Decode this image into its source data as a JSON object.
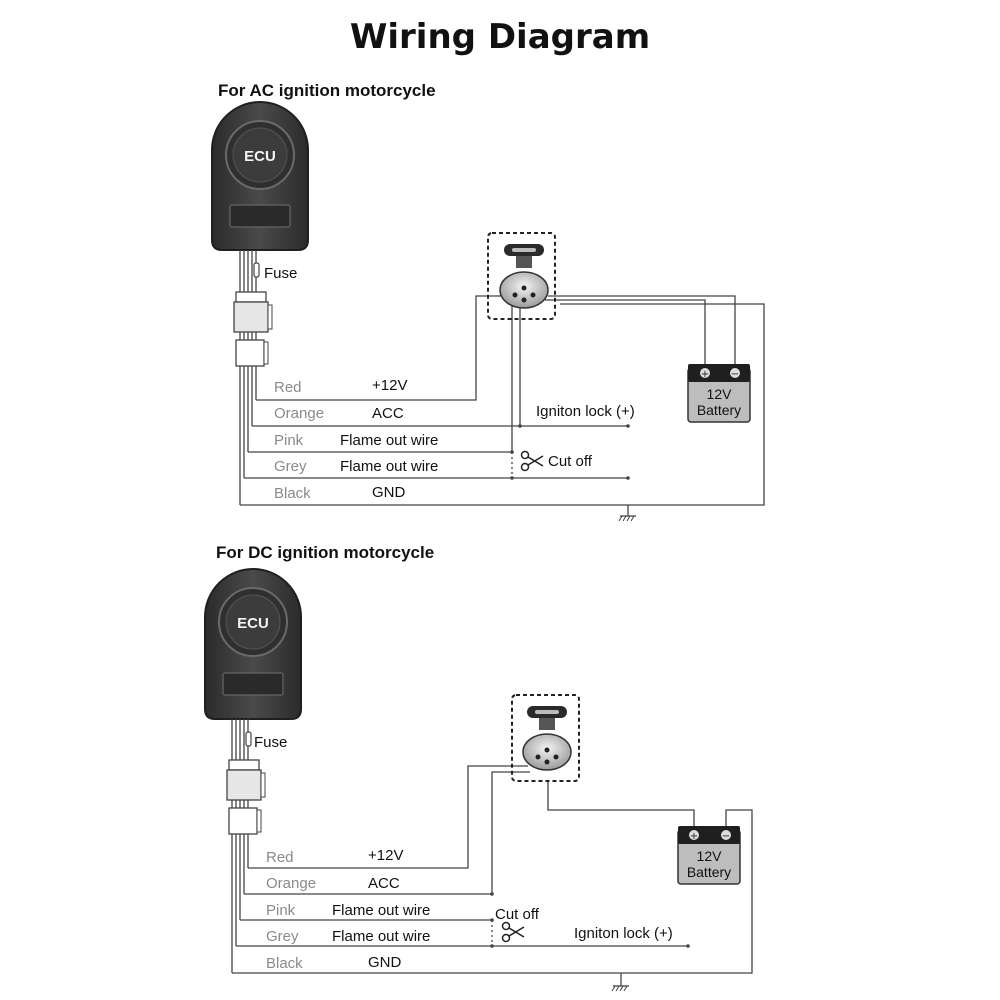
{
  "title": "Wiring Diagram",
  "sections": [
    {
      "heading": "For AC ignition motorcycle",
      "ecu_label": "ECU",
      "fuse_label": "Fuse",
      "wires": [
        {
          "color": "Red",
          "function": "+12V"
        },
        {
          "color": "Orange",
          "function": "ACC"
        },
        {
          "color": "Pink",
          "function": "Flame out wire"
        },
        {
          "color": "Grey",
          "function": "Flame out wire"
        },
        {
          "color": "Black",
          "function": "GND"
        }
      ],
      "ignition_lock_label": "Igniton lock (+)",
      "cut_off_label": "Cut off",
      "battery": {
        "voltage": "12V",
        "name": "Battery"
      }
    },
    {
      "heading": "For DC ignition motorcycle",
      "ecu_label": "ECU",
      "fuse_label": "Fuse",
      "wires": [
        {
          "color": "Red",
          "function": "+12V"
        },
        {
          "color": "Orange",
          "function": "ACC"
        },
        {
          "color": "Pink",
          "function": "Flame out wire"
        },
        {
          "color": "Grey",
          "function": "Flame out wire"
        },
        {
          "color": "Black",
          "function": "GND"
        }
      ],
      "ignition_lock_label": "Igniton lock (+)",
      "cut_off_label": "Cut off",
      "battery": {
        "voltage": "12V",
        "name": "Battery"
      }
    }
  ],
  "icons": [
    "ecu-unit-icon",
    "fuse-icon",
    "connector-icon",
    "ignition-switch-icon",
    "battery-icon",
    "scissors-icon",
    "ground-icon"
  ],
  "colors": {
    "wire": "#444444",
    "ecu_body": "#3a3a3a",
    "battery_body": "#bdbdbd",
    "wire_color_label": "#8a8a8a"
  }
}
